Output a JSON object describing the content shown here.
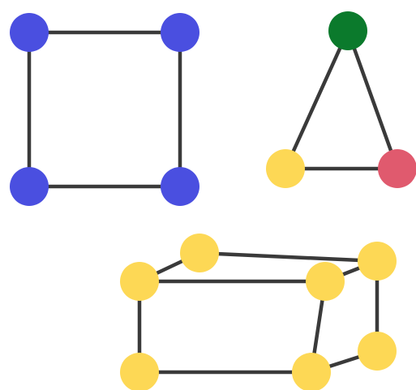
{
  "colors": {
    "edge": "#3a3a3a",
    "blue": "#4a4fe0",
    "green": "#0b7a2c",
    "yellow": "#fdd855",
    "pink": "#e05a6e"
  },
  "graphs": [
    {
      "name": "square-graph",
      "nodes": [
        {
          "id": "sq-top-left",
          "color": "blue"
        },
        {
          "id": "sq-top-right",
          "color": "blue"
        },
        {
          "id": "sq-bottom-left",
          "color": "blue"
        },
        {
          "id": "sq-bottom-right",
          "color": "blue"
        }
      ],
      "edges": [
        [
          "sq-top-left",
          "sq-top-right"
        ],
        [
          "sq-top-right",
          "sq-bottom-right"
        ],
        [
          "sq-bottom-right",
          "sq-bottom-left"
        ],
        [
          "sq-bottom-left",
          "sq-top-left"
        ]
      ]
    },
    {
      "name": "triangle-graph",
      "nodes": [
        {
          "id": "tri-top",
          "color": "green"
        },
        {
          "id": "tri-left",
          "color": "yellow"
        },
        {
          "id": "tri-right",
          "color": "pink"
        }
      ],
      "edges": [
        [
          "tri-top",
          "tri-left"
        ],
        [
          "tri-top",
          "tri-right"
        ],
        [
          "tri-left",
          "tri-right"
        ]
      ]
    },
    {
      "name": "cuboid-graph",
      "nodes": [
        {
          "id": "cu-front-top-left",
          "color": "yellow"
        },
        {
          "id": "cu-front-top-right",
          "color": "yellow"
        },
        {
          "id": "cu-front-bottom-left",
          "color": "yellow"
        },
        {
          "id": "cu-front-bottom-right",
          "color": "yellow"
        },
        {
          "id": "cu-back-top-left",
          "color": "yellow"
        },
        {
          "id": "cu-back-top-right",
          "color": "yellow"
        },
        {
          "id": "cu-back-bottom-right",
          "color": "yellow"
        }
      ],
      "edges": [
        [
          "cu-front-top-left",
          "cu-front-top-right"
        ],
        [
          "cu-front-top-right",
          "cu-front-bottom-right"
        ],
        [
          "cu-front-bottom-right",
          "cu-front-bottom-left"
        ],
        [
          "cu-front-bottom-left",
          "cu-front-top-left"
        ],
        [
          "cu-back-top-left",
          "cu-back-top-right"
        ],
        [
          "cu-back-top-right",
          "cu-back-bottom-right"
        ],
        [
          "cu-front-top-left",
          "cu-back-top-left"
        ],
        [
          "cu-front-top-right",
          "cu-back-top-right"
        ],
        [
          "cu-front-bottom-right",
          "cu-back-bottom-right"
        ]
      ]
    }
  ]
}
